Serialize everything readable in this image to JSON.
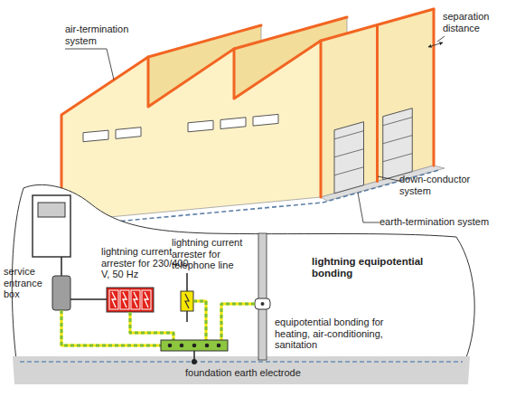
{
  "diagram": {
    "labels": [
      "air-termination system",
      "separation distance",
      "down-conductor system",
      "earth-termination system",
      "service entrance box",
      "lightning current arrester for 230/400 V, 50 Hz",
      "lightning current arrester for telephone line",
      "lightning equipotential bonding",
      "equipotential bonding for heating, air-conditioning, sanitation",
      "foundation earth electrode"
    ]
  }
}
